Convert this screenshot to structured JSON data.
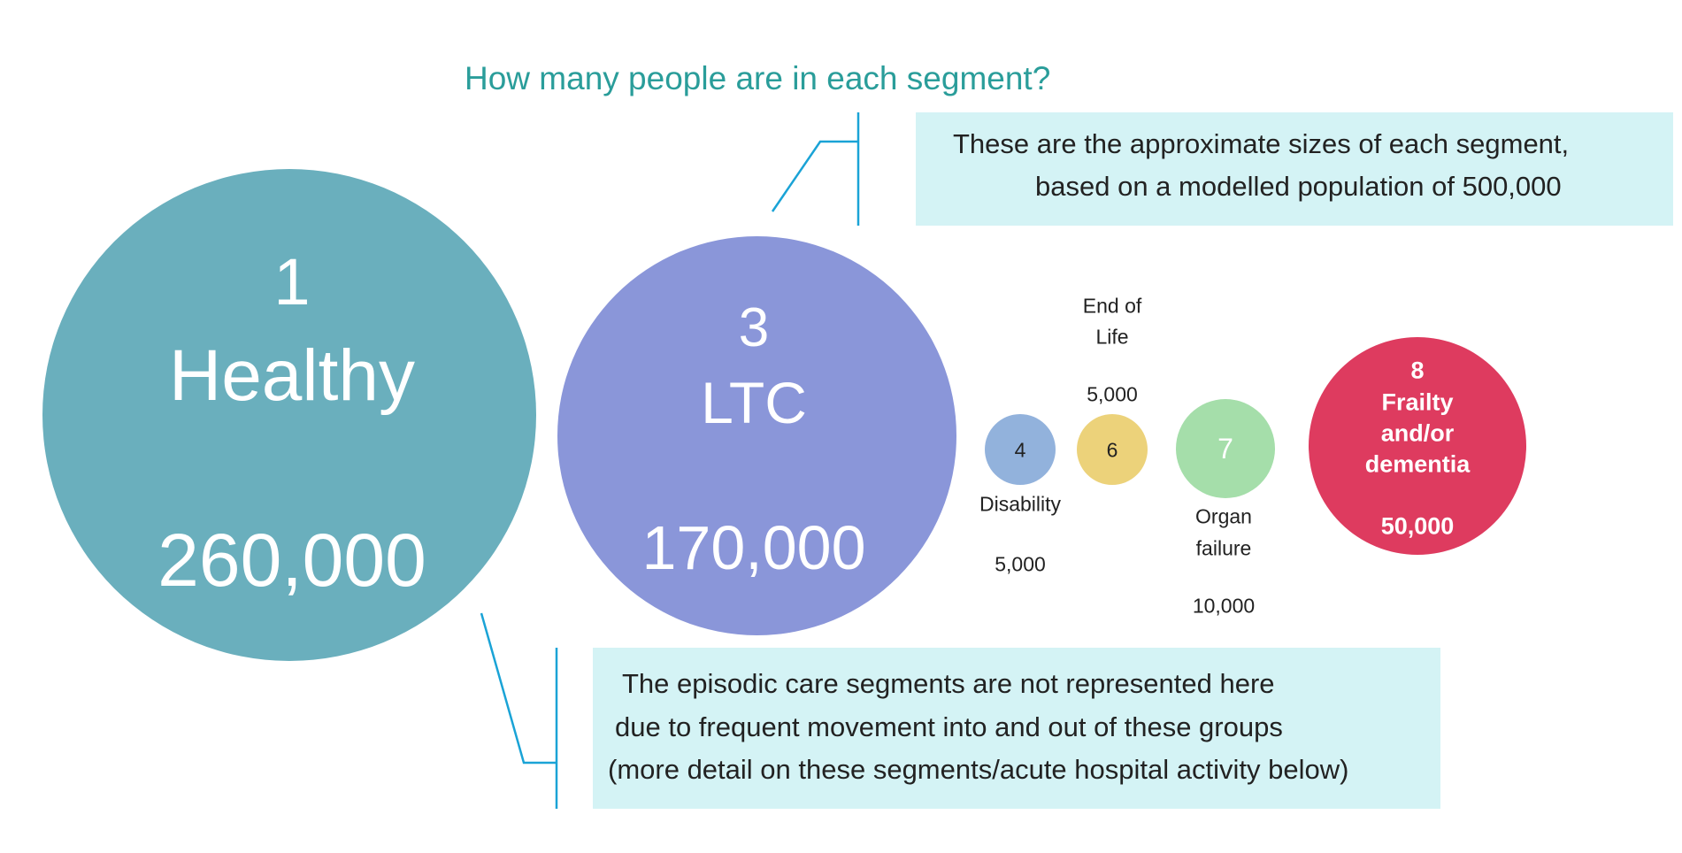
{
  "title": "How many people are in each segment?",
  "note_top": {
    "lines": [
      "These are the approximate sizes of each segment,",
      "based on a modelled population of 500,000"
    ]
  },
  "note_bottom": {
    "lines": [
      "The episodic care segments are not represented here",
      "due to frequent movement into and out of these  groups",
      "(more detail on these segments/acute hospital activity below)"
    ]
  },
  "segments": [
    {
      "number": "1",
      "name": "Healthy",
      "count": "260,000",
      "color": "#6aafbd"
    },
    {
      "number": "3",
      "name": "LTC",
      "count": "170,000",
      "color": "#8a96d9"
    },
    {
      "number": "4",
      "name": "Disability",
      "count": "5,000",
      "color": "#92b2dc"
    },
    {
      "number": "6",
      "name_lines": [
        "End of",
        "Life"
      ],
      "count": "5,000",
      "color": "#ecd27a"
    },
    {
      "number": "7",
      "name_lines": [
        "Organ",
        "failure"
      ],
      "count": "10,000",
      "color": "#a5deaa"
    },
    {
      "number": "8",
      "name_lines": [
        "Frailty",
        "and/or",
        "dementia"
      ],
      "count": "50,000",
      "color": "#de3b5f"
    }
  ],
  "colors": {
    "title": "#2a9d9a",
    "box": "#d4f3f5",
    "connector": "#1aa3d6"
  }
}
